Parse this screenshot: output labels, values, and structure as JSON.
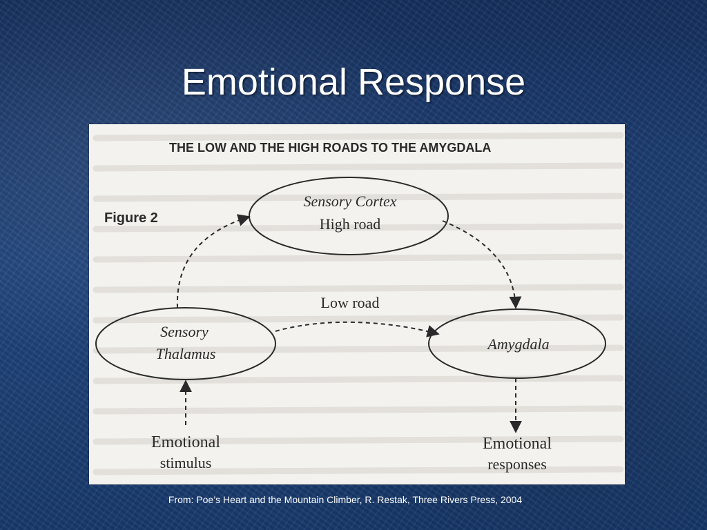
{
  "slide": {
    "title": "Emotional Response",
    "caption": "From: Poe’s Heart and the Mountain Climber, R. Restak, Three Rivers Press, 2004"
  },
  "figure": {
    "heading": "THE LOW AND THE HIGH ROADS TO THE AMYGDALA",
    "label": "Figure 2",
    "nodes": {
      "sensory_cortex": {
        "line1": "Sensory Cortex",
        "line2": "High road"
      },
      "sensory_thalamus": {
        "line1": "Sensory",
        "line2": "Thalamus"
      },
      "amygdala": {
        "line1": "Amygdala"
      },
      "emotional_stimulus": {
        "line1": "Emotional",
        "line2": "stimulus"
      },
      "emotional_responses": {
        "line1": "Emotional",
        "line2": "responses"
      }
    },
    "edges": {
      "low_road_label": "Low road"
    }
  },
  "colors": {
    "background": "#1d3f78",
    "title_text": "#ffffff",
    "panel": "#f3f2ee",
    "ink": "#2a2a2a"
  }
}
